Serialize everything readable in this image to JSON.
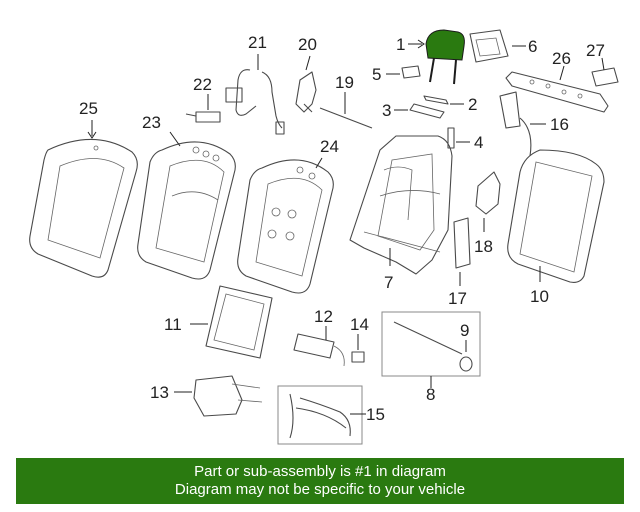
{
  "diagram": {
    "highlight_color": "#2a7a10",
    "callouts": [
      "1",
      "2",
      "3",
      "4",
      "5",
      "6",
      "7",
      "8",
      "9",
      "10",
      "11",
      "12",
      "13",
      "14",
      "15",
      "16",
      "17",
      "18",
      "19",
      "20",
      "21",
      "22",
      "23",
      "24",
      "25",
      "26",
      "27"
    ],
    "highlighted_part": "1"
  },
  "banner": {
    "line1": "Part or sub-assembly is #1 in diagram",
    "line2": "Diagram may not be specific to your vehicle",
    "background": "#2a7a10"
  }
}
